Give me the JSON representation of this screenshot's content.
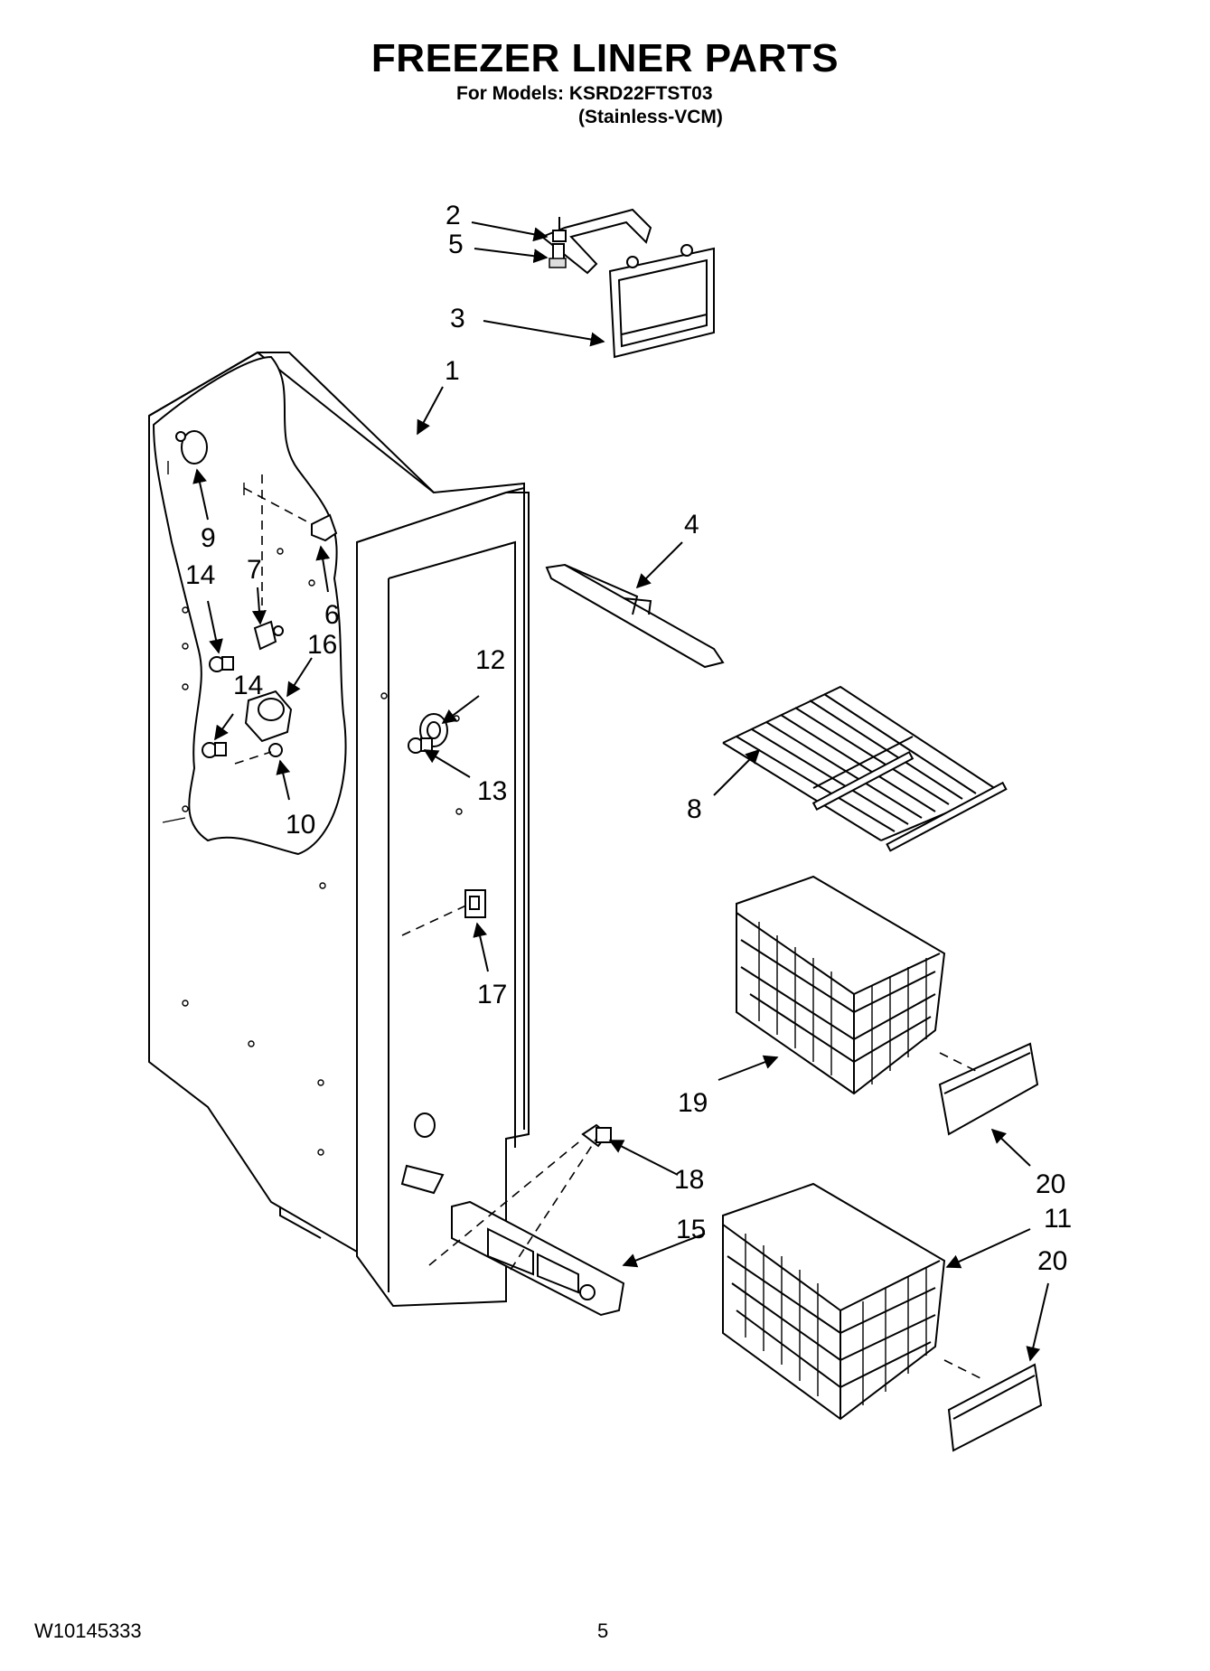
{
  "header": {
    "title": "FREEZER LINER PARTS",
    "models_line": "For Models: KSRD22FTST03",
    "variant_line": "(Stainless-VCM)"
  },
  "footer": {
    "doc_number": "W10145333",
    "page_number": "5"
  },
  "callouts": {
    "c1": "1",
    "c2": "2",
    "c3": "3",
    "c4": "4",
    "c5": "5",
    "c6": "6",
    "c7": "7",
    "c8": "8",
    "c9": "9",
    "c10": "10",
    "c11": "11",
    "c12": "12",
    "c13": "13",
    "c14a": "14",
    "c14b": "14",
    "c15": "15",
    "c16": "16",
    "c17": "17",
    "c18": "18",
    "c19": "19",
    "c20a": "20",
    "c20b": "20"
  }
}
